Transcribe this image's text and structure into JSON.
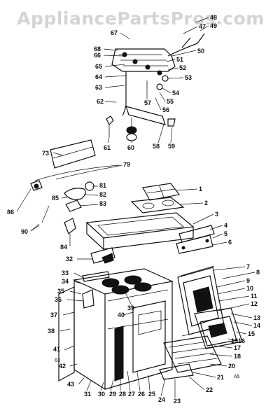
{
  "watermark": "AppliancePartsPros.com",
  "side_marks": {
    "left": "63",
    "right": "A5"
  },
  "callouts": [
    "47",
    "48",
    "49",
    "50",
    "51",
    "52",
    "53",
    "54",
    "55",
    "56",
    "57",
    "58",
    "59",
    "60",
    "61",
    "62",
    "63",
    "64",
    "65",
    "66",
    "67",
    "68",
    "73",
    "79",
    "81",
    "82",
    "83",
    "84",
    "85",
    "86",
    "90",
    "1",
    "2",
    "3",
    "4",
    "5",
    "6",
    "7",
    "8",
    "9",
    "10",
    "11",
    "12",
    "13",
    "14",
    "15",
    "16",
    "17",
    "18",
    "19",
    "20",
    "21",
    "22",
    "23",
    "24",
    "25",
    "26",
    "27",
    "28",
    "29",
    "30",
    "31",
    "32",
    "33",
    "34",
    "35",
    "36",
    "37",
    "38",
    "39",
    "40",
    "41",
    "42",
    "43"
  ]
}
